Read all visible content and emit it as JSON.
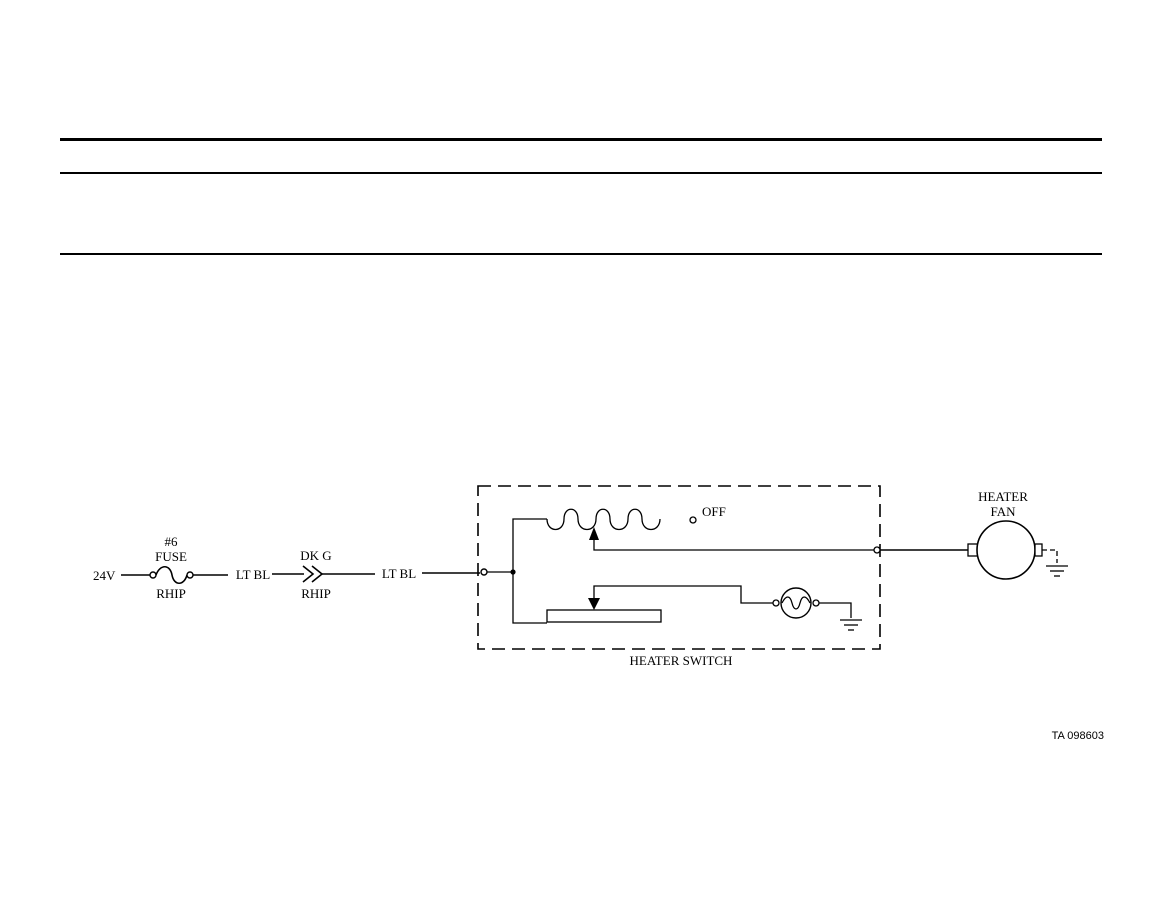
{
  "header": {
    "row1": "",
    "row2": ""
  },
  "diagram": {
    "source_voltage": "24V",
    "fuse": {
      "number": "#6",
      "name": "FUSE",
      "location": "RHIP"
    },
    "wire1": "LT BL",
    "connector": {
      "name": "DK G",
      "location": "RHIP"
    },
    "wire2": "LT BL",
    "switch": {
      "name": "HEATER SWITCH",
      "off_label": "OFF"
    },
    "fan": {
      "line1": "HEATER",
      "line2": "FAN"
    }
  },
  "figure_id": "TA 098603"
}
